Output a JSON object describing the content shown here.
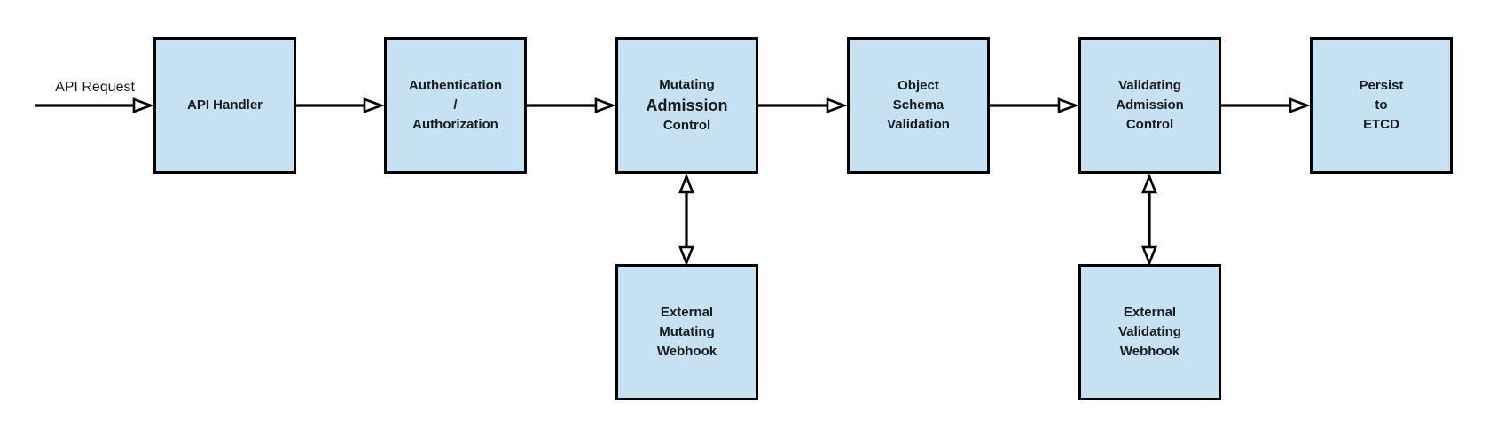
{
  "diagram": {
    "type": "flowchart",
    "colors": {
      "background": "#ffffff",
      "box_fill": "#c6e2f2",
      "box_border": "#000000",
      "text": "#16191d",
      "arrow": "#000000"
    },
    "start_label": "API Request",
    "nodes": [
      {
        "id": "api-handler",
        "lines": [
          "API Handler"
        ]
      },
      {
        "id": "authentication-authorization",
        "lines": [
          "Authentication",
          "/",
          "Authorization"
        ]
      },
      {
        "id": "mutating-admission-control",
        "lines": [
          "Mutating",
          "Admission",
          "Control"
        ],
        "middle_line_large": true
      },
      {
        "id": "object-schema-validation",
        "lines": [
          "Object",
          "Schema",
          "Validation"
        ]
      },
      {
        "id": "validating-admission-control",
        "lines": [
          "Validating",
          "Admission",
          "Control"
        ]
      },
      {
        "id": "persist-to-etcd",
        "lines": [
          "Persist",
          "to",
          "ETCD"
        ]
      },
      {
        "id": "external-mutating-webhook",
        "lines": [
          "External",
          "Mutating",
          "Webhook"
        ]
      },
      {
        "id": "external-validating-webhook",
        "lines": [
          "External",
          "Validating",
          "Webhook"
        ]
      }
    ],
    "edges": [
      {
        "from": "api-request",
        "to": "api-handler",
        "style": "arrow"
      },
      {
        "from": "api-handler",
        "to": "authentication-authorization",
        "style": "arrow"
      },
      {
        "from": "authentication-authorization",
        "to": "mutating-admission-control",
        "style": "arrow"
      },
      {
        "from": "mutating-admission-control",
        "to": "object-schema-validation",
        "style": "arrow"
      },
      {
        "from": "object-schema-validation",
        "to": "validating-admission-control",
        "style": "arrow"
      },
      {
        "from": "validating-admission-control",
        "to": "persist-to-etcd",
        "style": "arrow"
      },
      {
        "from": "mutating-admission-control",
        "to": "external-mutating-webhook",
        "style": "double-arrow"
      },
      {
        "from": "validating-admission-control",
        "to": "external-validating-webhook",
        "style": "double-arrow"
      }
    ]
  }
}
